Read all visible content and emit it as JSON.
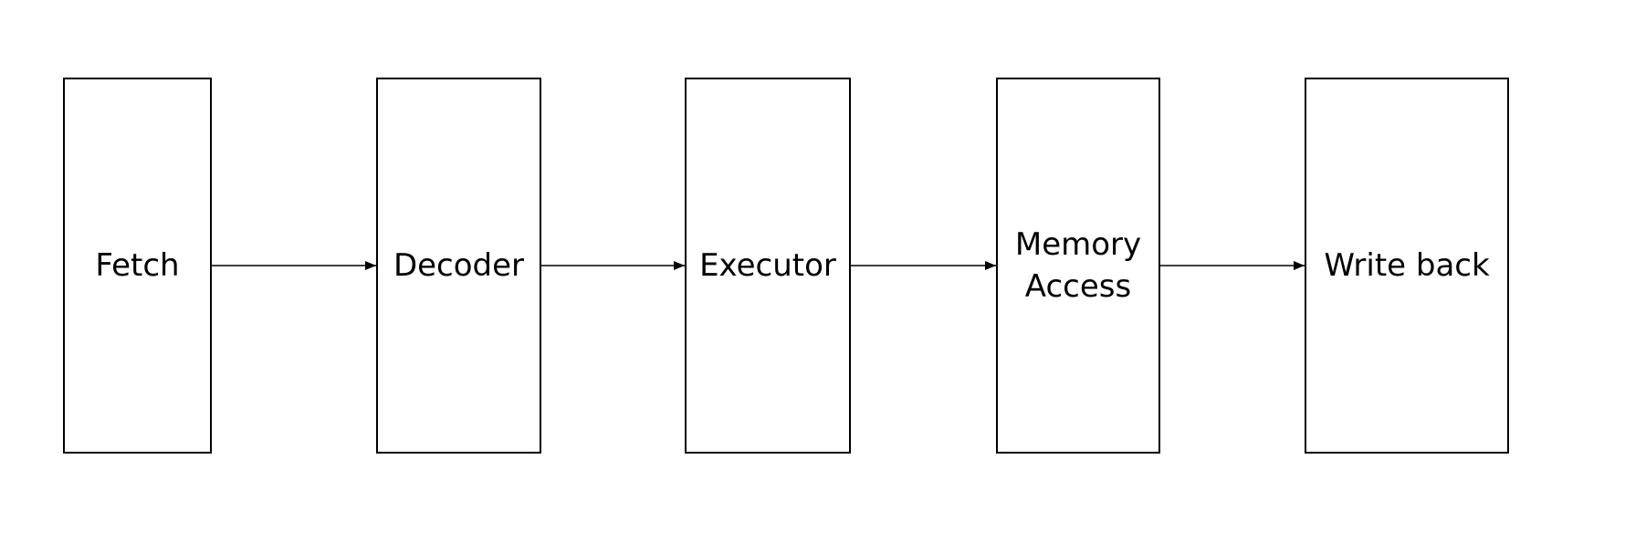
{
  "diagram": {
    "stages": [
      {
        "id": "fetch",
        "label": "Fetch"
      },
      {
        "id": "decoder",
        "label": "Decoder"
      },
      {
        "id": "executor",
        "label": "Executor"
      },
      {
        "id": "memory",
        "label": "Memory\nAccess"
      },
      {
        "id": "write",
        "label": "Write back"
      }
    ],
    "connections": [
      {
        "from": "fetch",
        "to": "decoder"
      },
      {
        "from": "decoder",
        "to": "executor"
      },
      {
        "from": "executor",
        "to": "memory"
      },
      {
        "from": "memory",
        "to": "write"
      }
    ],
    "colors": {
      "stroke": "#000000",
      "background": "#ffffff"
    }
  }
}
